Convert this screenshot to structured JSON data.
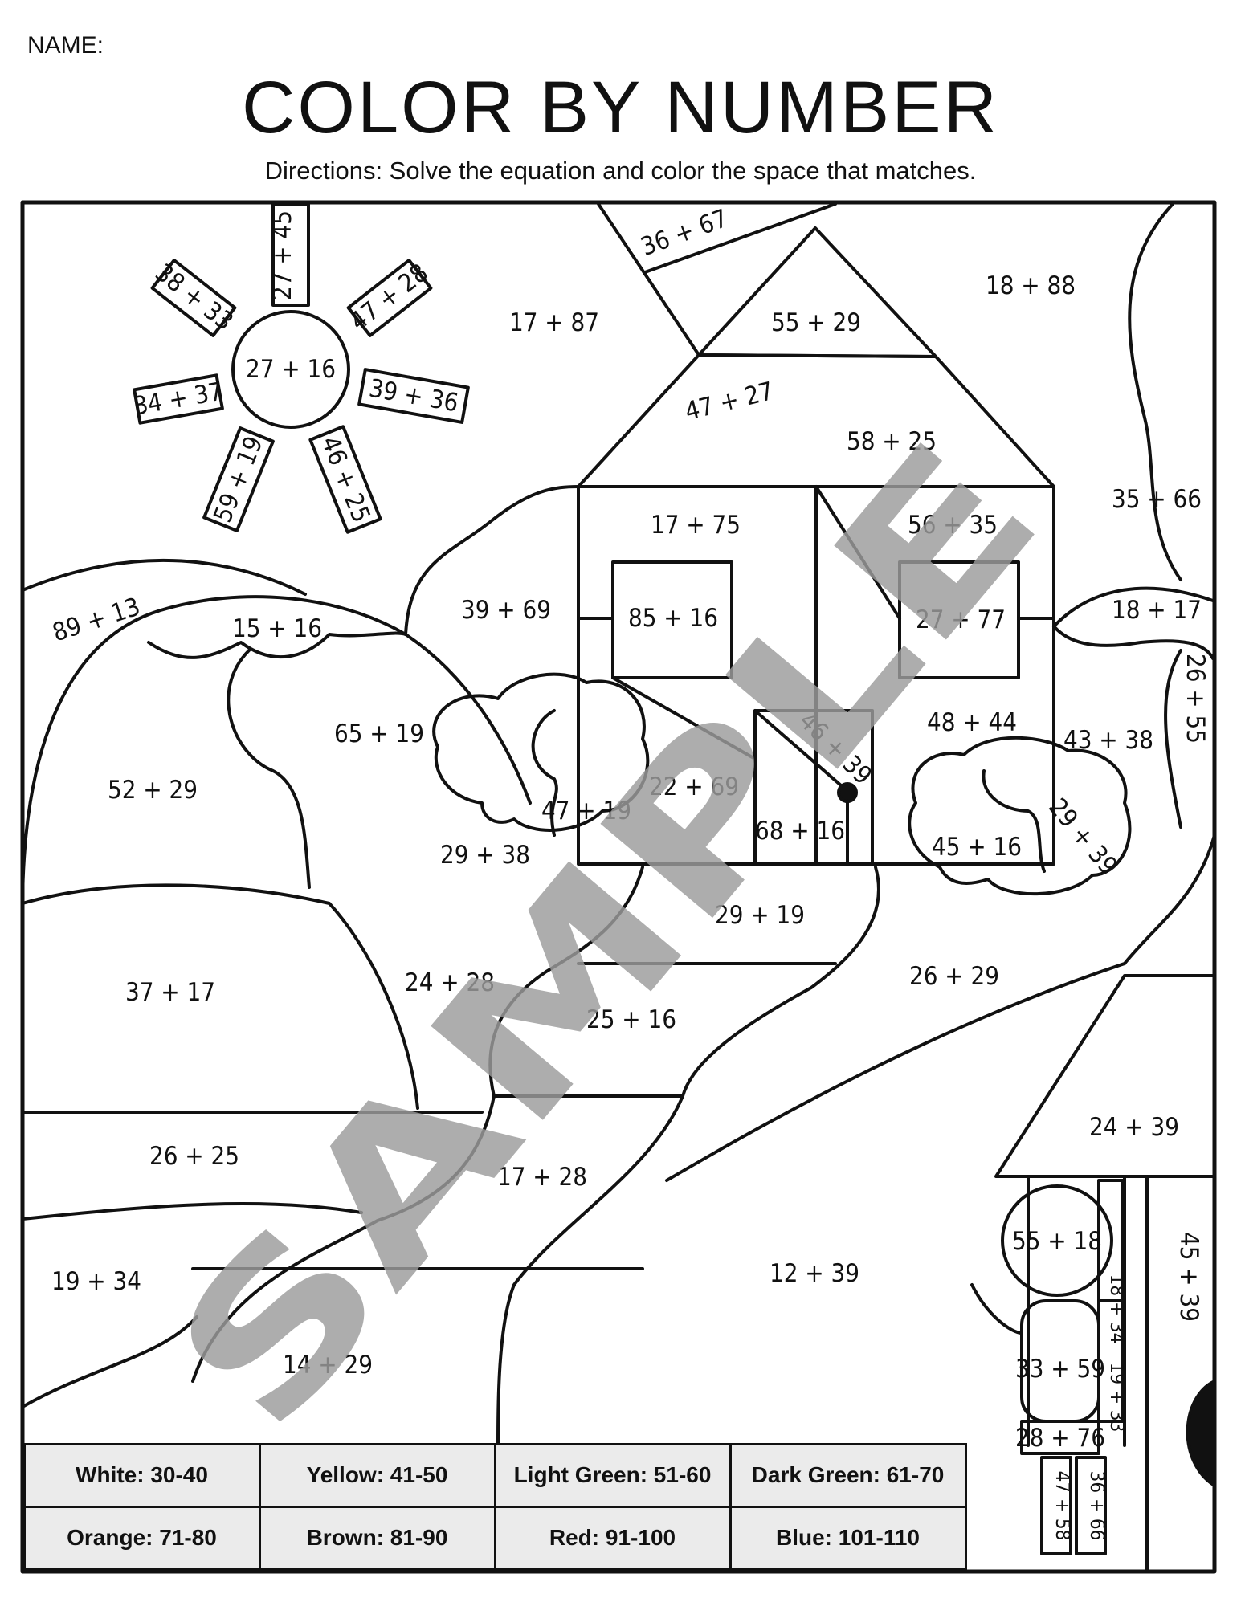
{
  "header": {
    "name_label": "NAME:",
    "title": "COLOR BY NUMBER",
    "directions": "Directions: Solve the equation and color the space that matches."
  },
  "watermark": "SAMPLE",
  "equations": {
    "ray_top": "27 + 45",
    "ray_upper_left": "38 + 33",
    "ray_upper_right": "47 + 28",
    "sun_center": "27 + 16",
    "ray_left": "34 + 37",
    "ray_right": "39 + 36",
    "ray_lower_left": "59 + 19",
    "ray_lower_right": "46 + 25",
    "roof_strip": "36 + 67",
    "sky_middle": "17 + 87",
    "sky_right": "18 + 88",
    "roof_peak": "55 + 29",
    "roof_band": "47 + 27",
    "roof_right": "58 + 25",
    "sky_far_right": "35 + 66",
    "house_left_top": "17 + 75",
    "house_right_top": "56 + 35",
    "window_left": "85 + 16",
    "window_right": "27 + 77",
    "hill_left_cap": "89 + 13",
    "hill_top": "15 + 16",
    "sky_by_house": "39 + 69",
    "tree_right_cap": "18 + 17",
    "tree_right_trunk": "26 + 55",
    "hill_big": "65 + 19",
    "house_right_lower": "48 + 44",
    "grass_right": "43 + 38",
    "hill_left": "52 + 29",
    "door_top": "46 + 39",
    "house_wall_lower": "22 + 69",
    "bush_left_top": "47 + 19",
    "bush_left": "29 + 38",
    "door": "68 + 16",
    "bush_right": "45 + 16",
    "bush_right_top": "29 + 39",
    "path_upper": "29 + 19",
    "grass_mid_left": "37 + 17",
    "grass_center": "24 + 28",
    "path_mid": "25 + 16",
    "grass_mid_right": "26 + 29",
    "fence_roof": "24 + 39",
    "field_band": "26 + 25",
    "path_lower": "17 + 28",
    "field_lower": "19 + 34",
    "grass_lower": "12 + 39",
    "person_head": "55 + 18",
    "wall_right": "45 + 39",
    "field_bottom": "14 + 29",
    "arm_upper": "18 + 34",
    "person_body": "33 + 59",
    "arm_lower": "19 + 33",
    "person_belt": "28 + 76",
    "leg_left": "47 + 58",
    "leg_right": "36 + 66"
  },
  "color_key": [
    "White: 30-40",
    "Yellow: 41-50",
    "Light Green: 51-60",
    "Dark Green: 61-70",
    "Orange: 71-80",
    "Brown: 81-90",
    "Red: 91-100",
    "Blue: 101-110"
  ]
}
